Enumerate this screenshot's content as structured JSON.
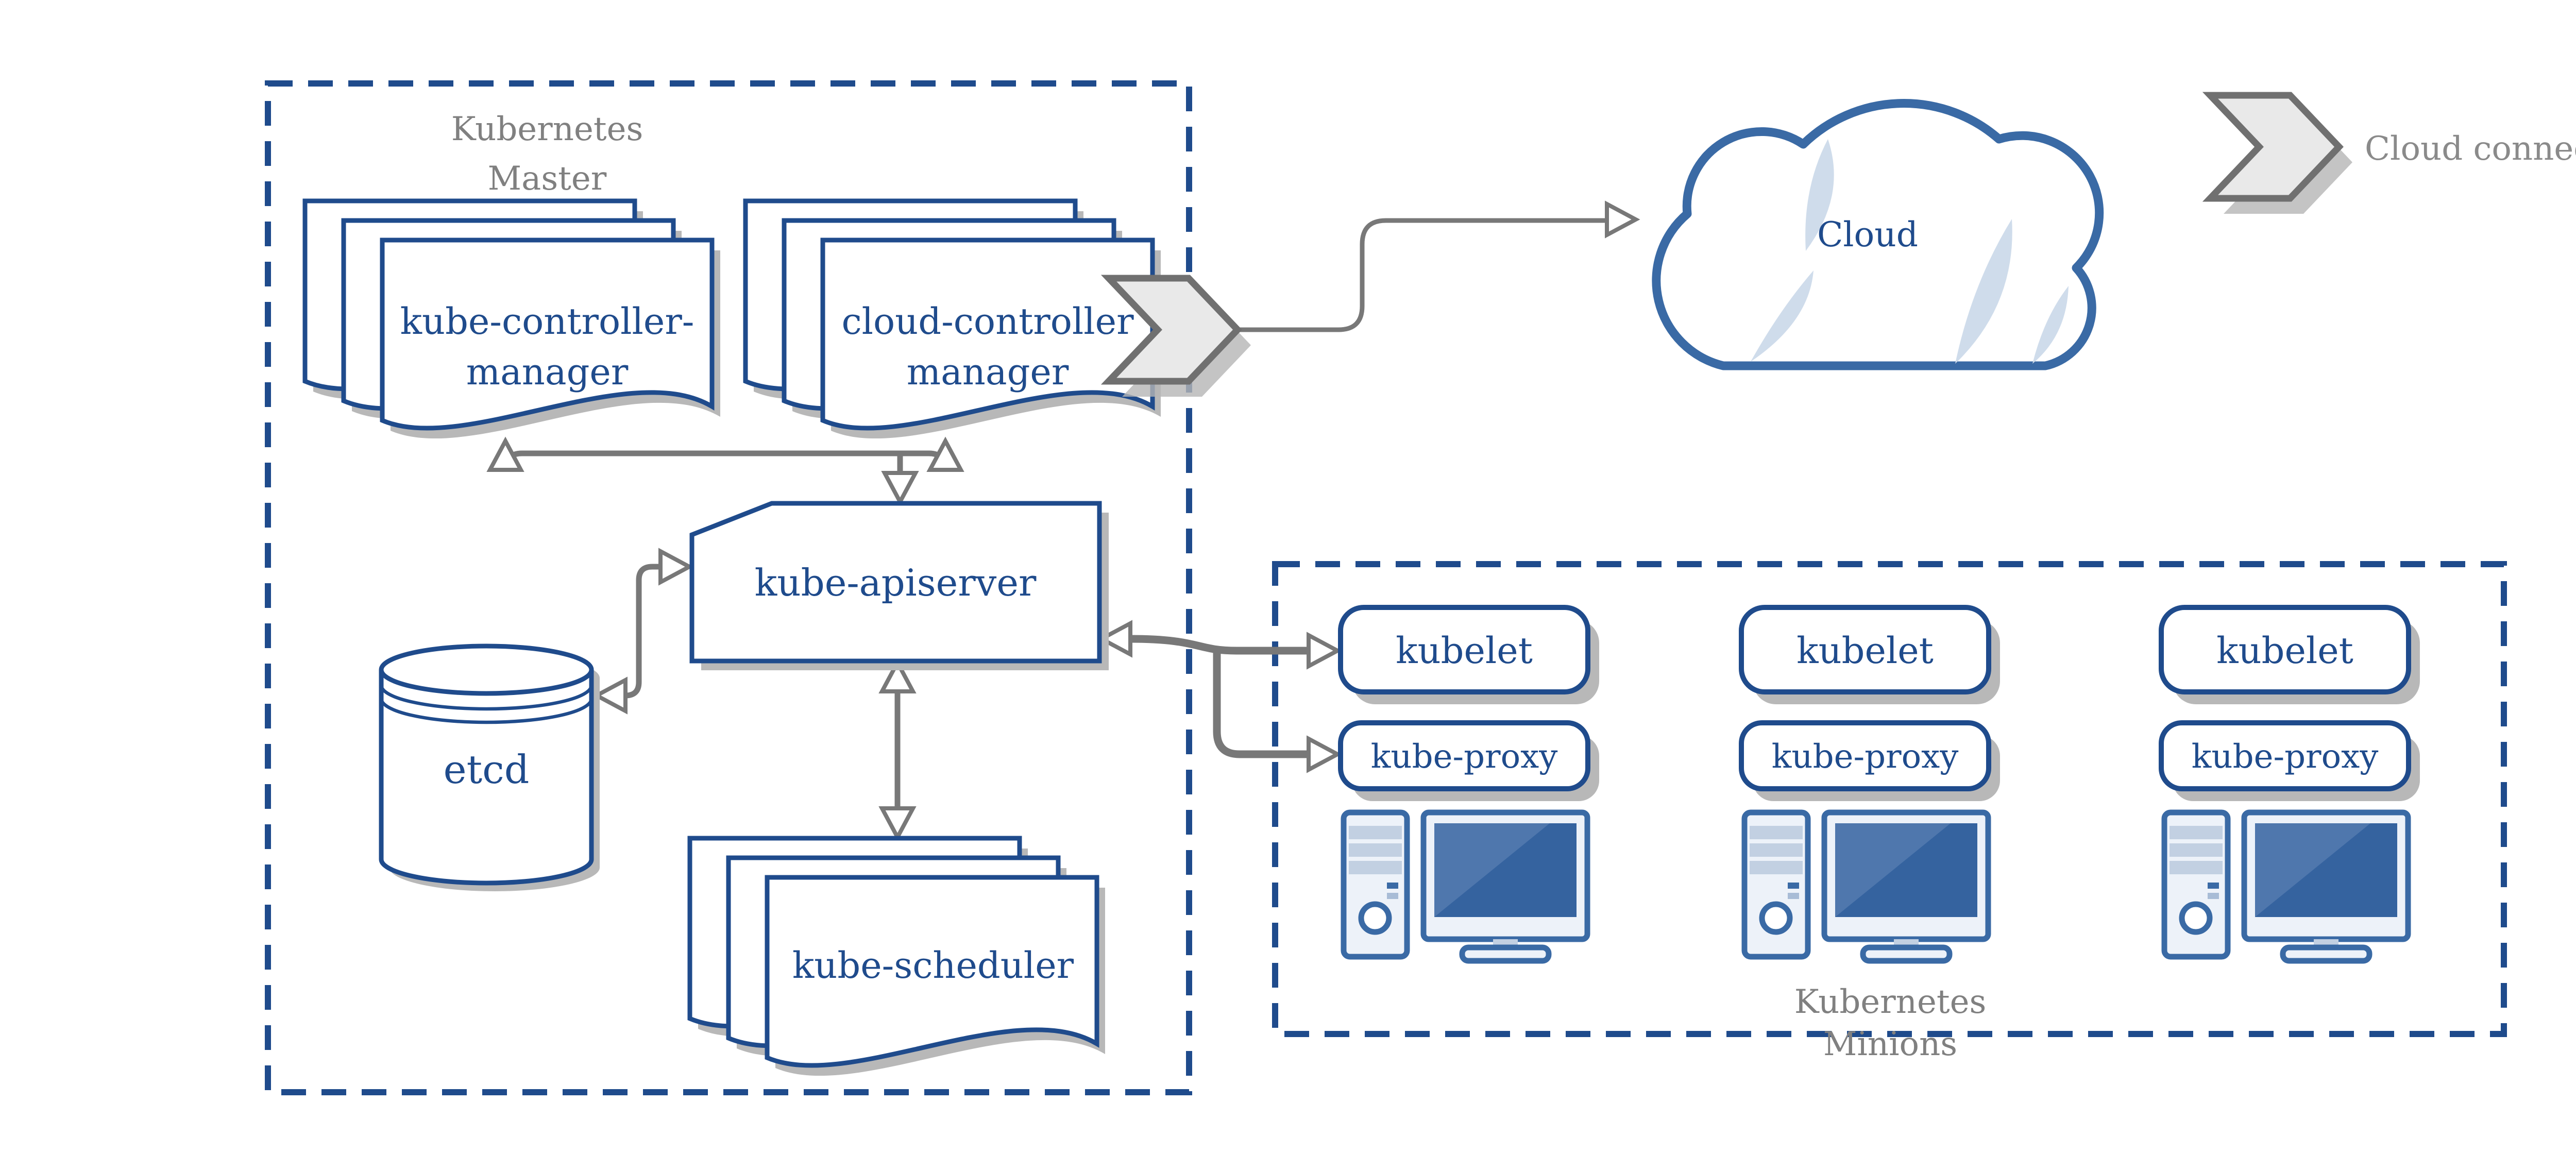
{
  "master": {
    "title_line1": "Kubernetes",
    "title_line2": "Master"
  },
  "components": {
    "kube_controller_manager": {
      "line1": "kube-controller-",
      "line2": "manager"
    },
    "cloud_controller_manager": {
      "line1": "cloud-controller",
      "line2": "manager"
    },
    "kube_apiserver": {
      "label": "kube-apiserver"
    },
    "etcd": {
      "label": "etcd"
    },
    "kube_scheduler": {
      "label": "kube-scheduler"
    },
    "cloud": {
      "label": "Cloud"
    }
  },
  "minions": {
    "title_line1": "Kubernetes",
    "title_line2": "Minions",
    "nodes": [
      {
        "kubelet": "kubelet",
        "kube_proxy": "kube-proxy"
      },
      {
        "kubelet": "kubelet",
        "kube_proxy": "kube-proxy"
      },
      {
        "kubelet": "kubelet",
        "kube_proxy": "kube-proxy"
      }
    ]
  },
  "legend": {
    "cloud_connector_label": "Cloud connector"
  },
  "colors": {
    "primary_blue": "#1F4B8C",
    "steel_blue": "#3A6AA5",
    "screen_blue": "#35639F",
    "connector_gray": "#787878",
    "label_gray": "#808080",
    "shadow_gray": "#B8B8B8",
    "chevron_fill": "#E9E9E9",
    "light_fill": "#EDF2F9",
    "cloud_accent": "#CFDCEB"
  }
}
